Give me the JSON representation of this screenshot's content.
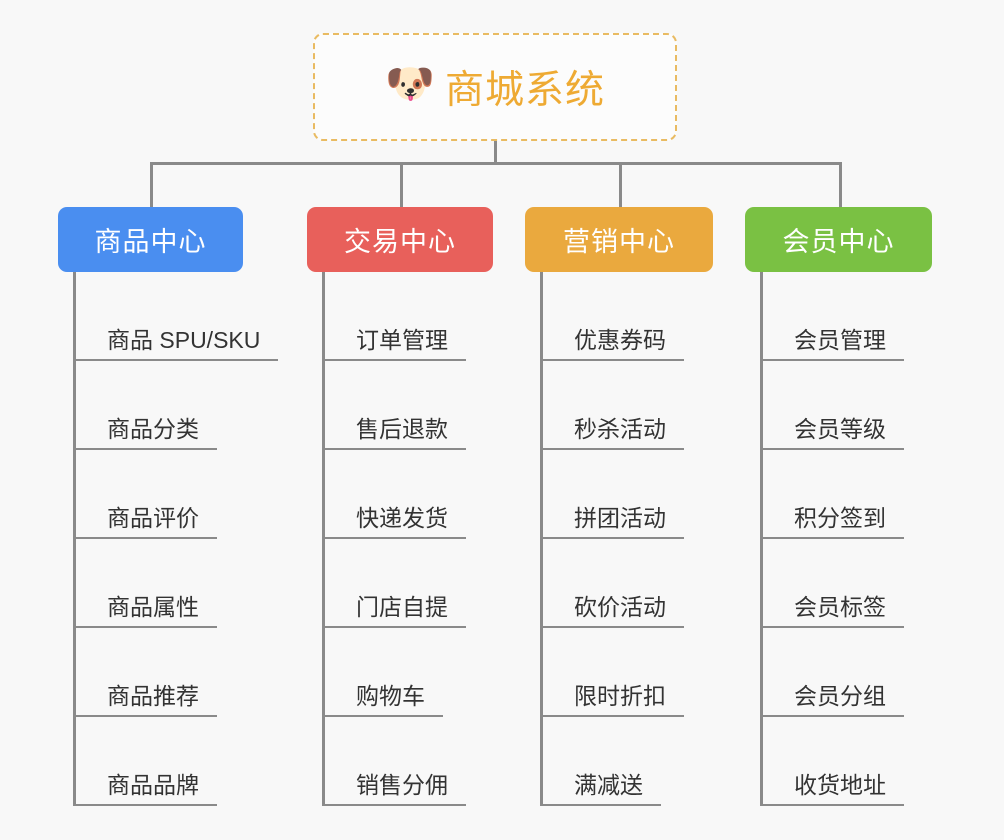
{
  "diagram": {
    "type": "tree",
    "background_color": "#f8f8f8",
    "root": {
      "icon": "dog-face-emoji",
      "icon_glyph": "🐶",
      "title": "商城系统",
      "text_color": "#eeaa33",
      "border_color": "#e9bb62",
      "border_style": "dashed"
    },
    "branches": [
      {
        "label": "商品中心",
        "color": "#4a8ef0",
        "items": [
          "商品 SPU/SKU",
          "商品分类",
          "商品评价",
          "商品属性",
          "商品推荐",
          "商品品牌"
        ]
      },
      {
        "label": "交易中心",
        "color": "#e8605b",
        "items": [
          "订单管理",
          "售后退款",
          "快递发货",
          "门店自提",
          "购物车",
          "销售分佣"
        ]
      },
      {
        "label": "营销中心",
        "color": "#eaa93e",
        "items": [
          "优惠券码",
          "秒杀活动",
          "拼团活动",
          "砍价活动",
          "限时折扣",
          "满减送"
        ]
      },
      {
        "label": "会员中心",
        "color": "#7ac143",
        "items": [
          "会员管理",
          "会员等级",
          "积分签到",
          "会员标签",
          "会员分组",
          "收货地址"
        ]
      }
    ],
    "connector_color": "#8a8a8a",
    "leaf_text_color": "#333333"
  }
}
